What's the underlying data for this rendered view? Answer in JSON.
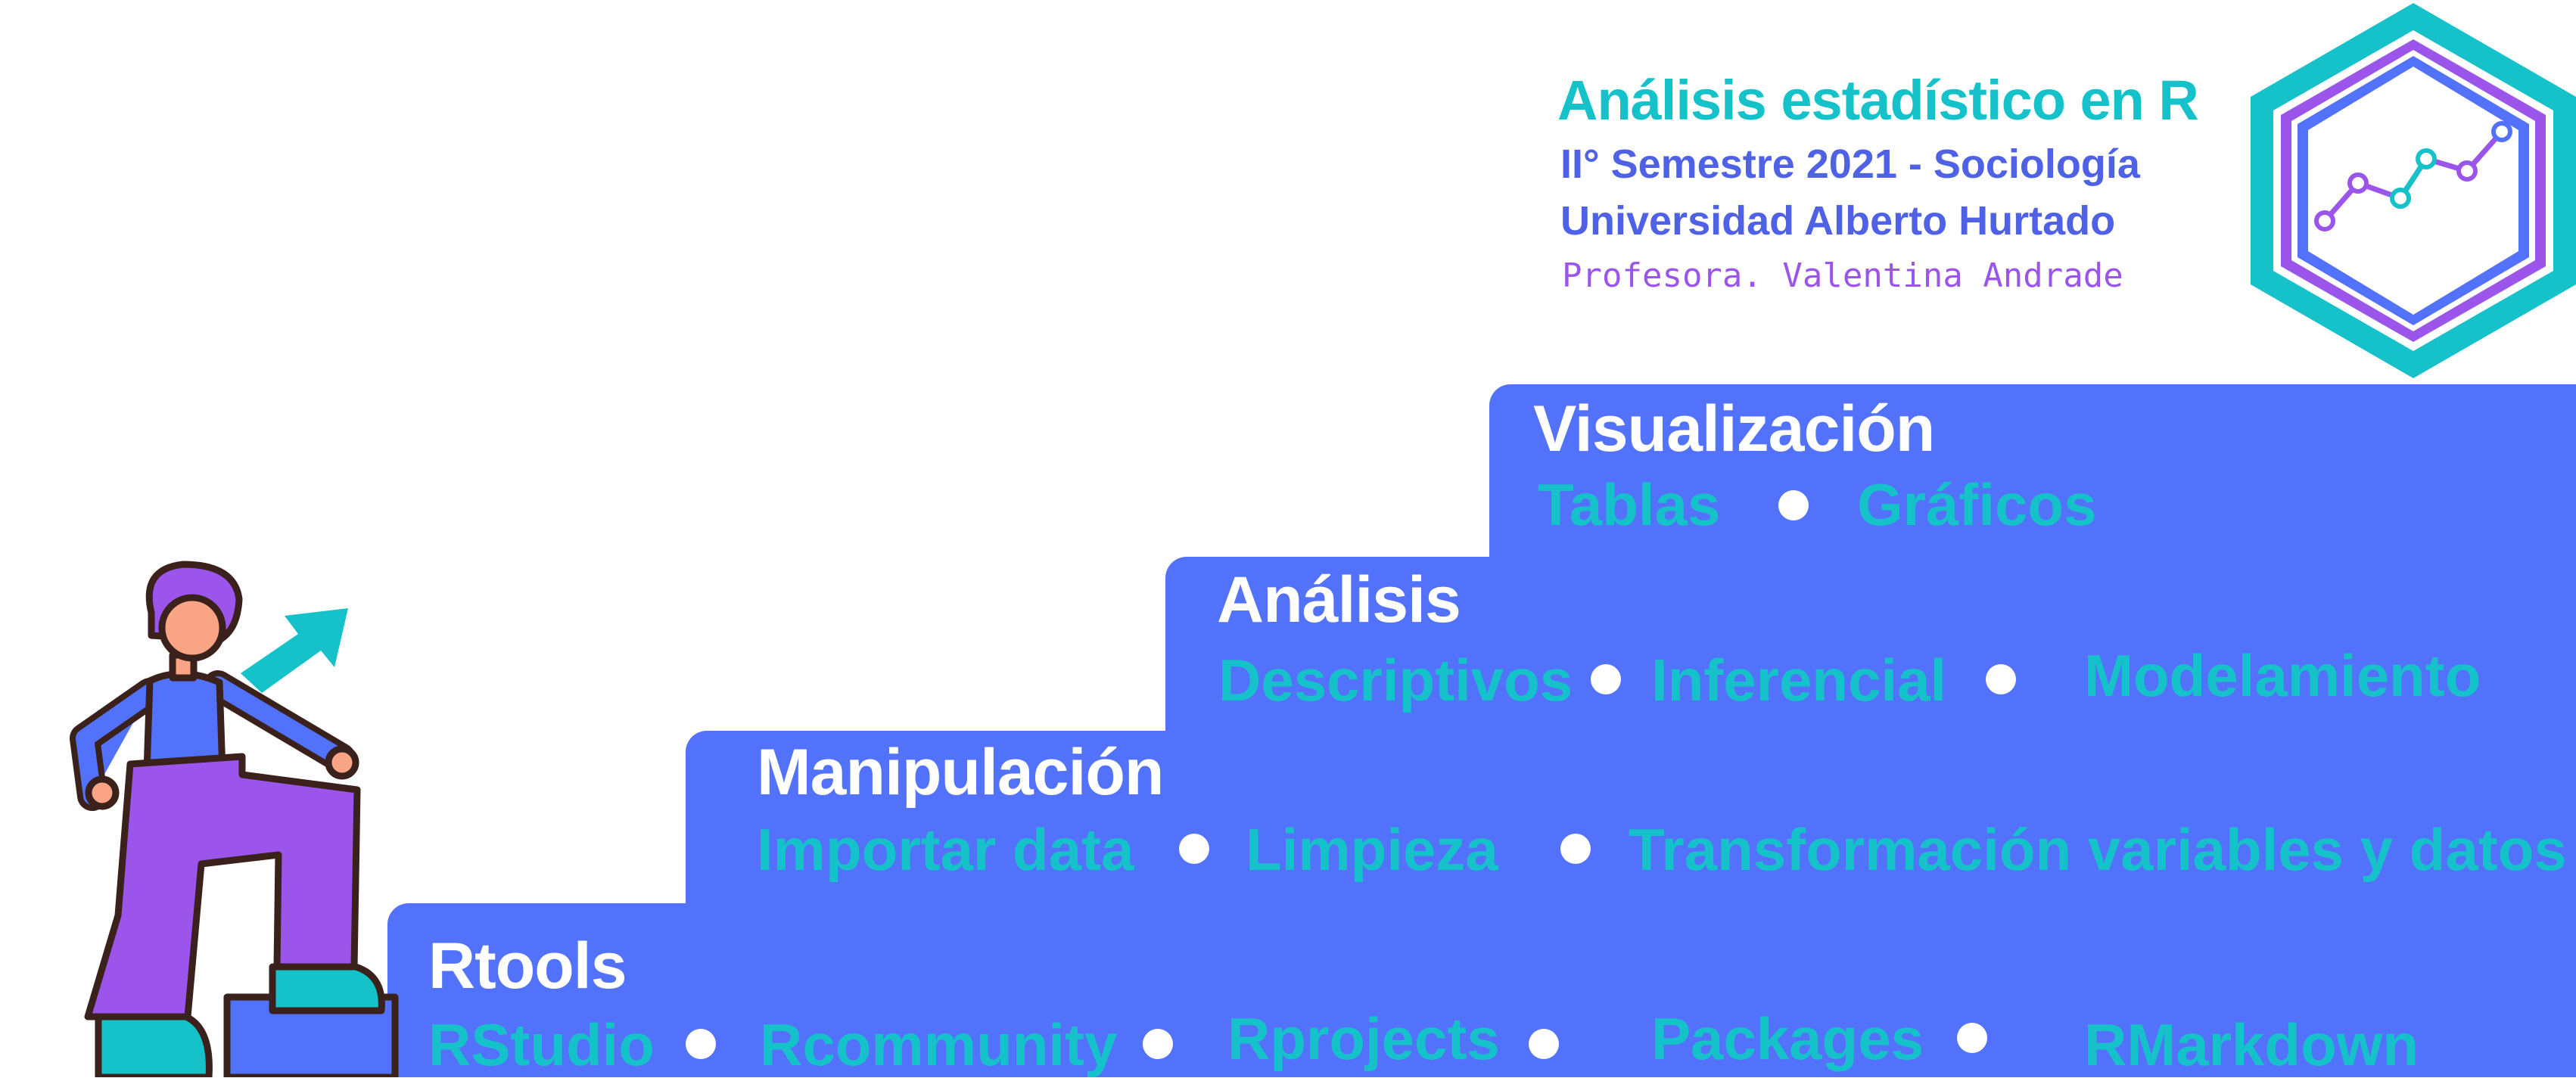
{
  "header": {
    "title": "Análisis estadístico en R",
    "semester": "II° Semestre 2021 - Sociología",
    "university": "Universidad Alberto Hurtado",
    "professor": "Profesora. Valentina Andrade"
  },
  "logo": {
    "icon": "line-chart-hexagon-icon"
  },
  "colors": {
    "step_blue": "#5272fb",
    "teal": "#16c2c9",
    "purple": "#9b55ea",
    "white": "#ffffff"
  },
  "steps": [
    {
      "title": "Rtools",
      "items": [
        "RStudio",
        "Rcommunity",
        "Rprojects",
        "Packages",
        "RMarkdown"
      ]
    },
    {
      "title": "Manipulación",
      "items": [
        "Importar data",
        "Limpieza",
        "Transformación variables y datos"
      ]
    },
    {
      "title": "Análisis",
      "items": [
        "Descriptivos",
        "Inferencial",
        "Modelamiento"
      ]
    },
    {
      "title": "Visualización",
      "items": [
        "Tablas",
        "Gráficos"
      ]
    }
  ],
  "illustration": {
    "figure": "person-climbing-icon",
    "arrow": "arrow-up-right-icon"
  }
}
